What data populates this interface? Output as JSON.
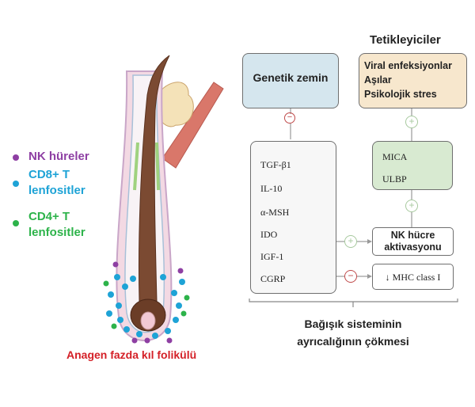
{
  "legend": {
    "nk": "NK hüreler",
    "cd8_line1": "CD8+ T",
    "cd8_line2": "lenfositler",
    "cd4_line1": "CD4+ T",
    "cd4_line2": "lenfositler"
  },
  "follicle_caption": "Anagen fazda kıl folikülü",
  "triggers": {
    "heading": "Tetikleyiciler",
    "items": [
      "Viral enfeksiyonlar",
      "Aşılar",
      "Psikolojik stres"
    ]
  },
  "genetic_box": "Genetik zemin",
  "immune_factors": [
    "TGF-β1",
    "IL-10",
    "α-MSH",
    "IDO",
    "IGF-1",
    "CGRP"
  ],
  "ligands": [
    "MICA",
    "ULBP"
  ],
  "nk_activation": [
    "NK hücre",
    "aktivasyonu"
  ],
  "mhc_text": "↓ MHC class I",
  "outcome": [
    "Bağışık sisteminin",
    "ayrıcalığının çökmesi"
  ],
  "signs": {
    "minus": "−",
    "plus": "+"
  },
  "colors": {
    "nk": "#8e3fa3",
    "cd8": "#1ea3d6",
    "cd4": "#2db34a",
    "caption": "#d42027",
    "genetic_fill": "#d5e6ee",
    "trigger_fill": "#f7e7cd",
    "ligand_fill": "#d8ead1",
    "minus_circle": "#c04a4a",
    "plus_circle": "#a7c99e"
  }
}
